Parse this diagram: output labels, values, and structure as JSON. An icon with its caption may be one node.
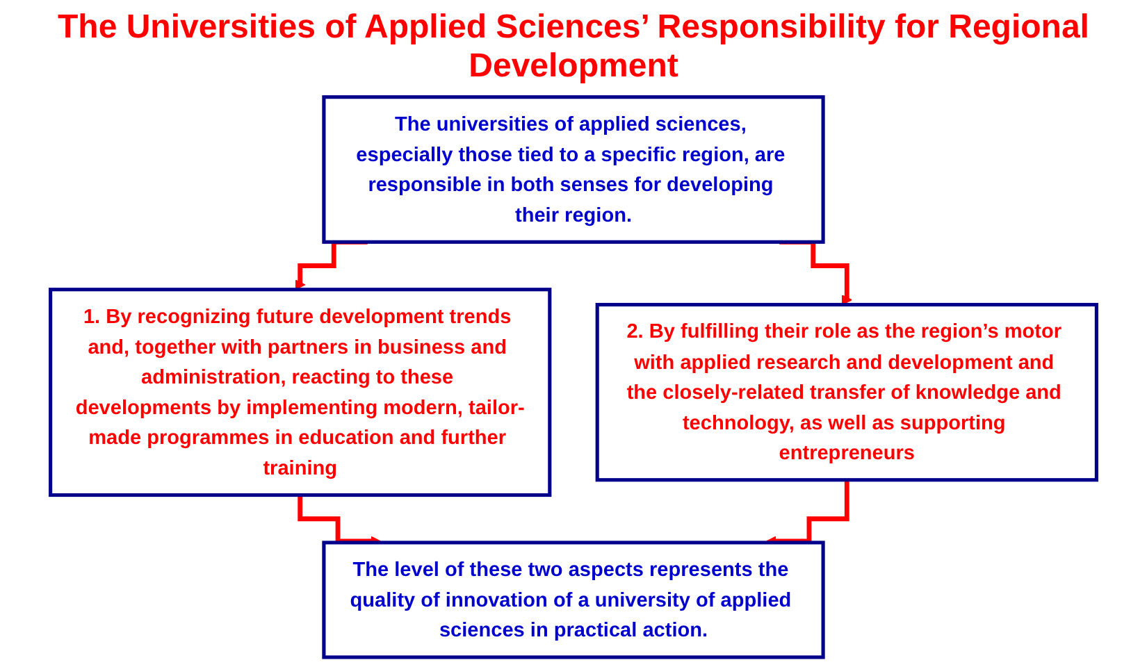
{
  "diagram": {
    "title": "The Universities of Applied Sciences’ Responsibility for Regional Development",
    "nodes": [
      {
        "text": [
          "The universities of applied sciences, especially those tied to a specific region, are responsible in both senses for developing their region."
        ]
      },
      {
        "text": [
          "1. By recognizing future development trends and, together with partners in business and administration, reacting to these developments by implementing modern, tailor-made programmes in education and further training"
        ]
      },
      {
        "text": [
          "2. By fulfilling their role as the region’s motor with applied research and development and the closely-related transfer of knowledge and technology, as well as supporting entrepreneurs"
        ]
      },
      {
        "text": [
          "The level of these two aspects represents the quality of innovation of a university of applied sciences in practical action."
        ]
      }
    ],
    "edges": [
      {
        "from": 0,
        "to": 1,
        "arrow": "to"
      },
      {
        "from": 0,
        "to": 2,
        "arrow": "to"
      },
      {
        "from": 1,
        "to": 3,
        "arrow": "to"
      },
      {
        "from": 2,
        "to": 3,
        "arrow": "to"
      }
    ]
  }
}
